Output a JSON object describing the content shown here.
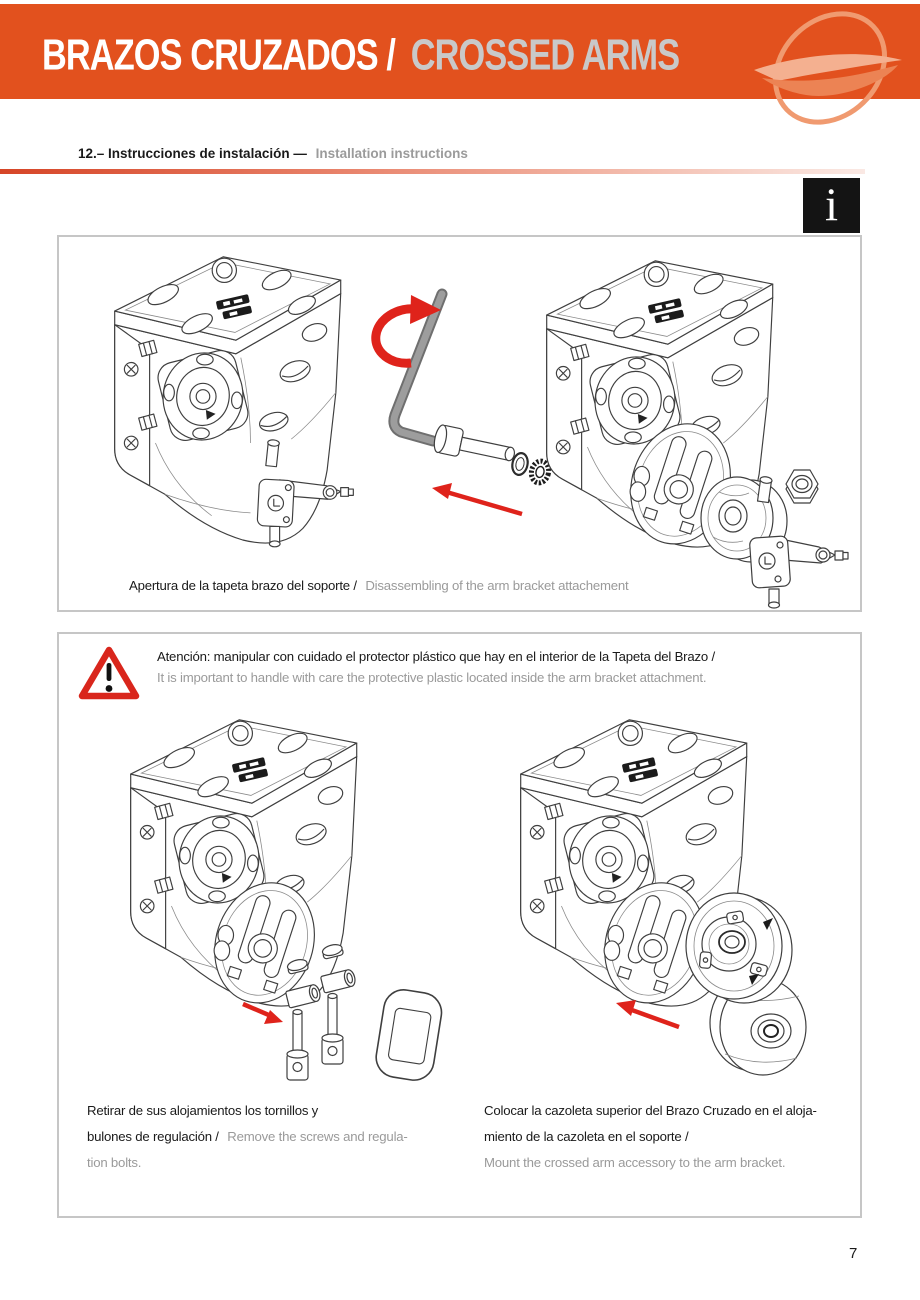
{
  "header": {
    "title_es": "BRAZOS CRUZADOS /",
    "title_en": "CROSSED ARMS"
  },
  "section": {
    "label_es": "12.– Instrucciones de instalación —",
    "label_en": "Installation instructions"
  },
  "info_icon": {
    "glyph": "i"
  },
  "figure1": {
    "caption_es": "Apertura de la tapeta brazo del soporte /",
    "caption_en": "Disassembling of the arm bracket attachement"
  },
  "figure2": {
    "warning_es": "Atención: manipular con cuidado el protector plástico que hay en el interior de la Tapeta del Brazo /",
    "warning_en": "It is important to handle with care the protective plastic located inside the arm bracket attachment.",
    "left_caption": {
      "line1_es": "Retirar de sus alojamientos los tornillos y",
      "line2_es": "bulones de regulación /",
      "line2_en": "Remove the screws and regula-",
      "line3_en": "tion bolts."
    },
    "right_caption": {
      "line1_es": "Colocar la cazoleta superior del Brazo Cruzado en el aloja-",
      "line2_es": "miento de la cazoleta en el soporte /",
      "line3_en": "Mount the crossed arm accessory to the arm bracket."
    }
  },
  "page_number": "7",
  "colors": {
    "banner": "#E2511E",
    "banner_title_en": "#C9C9C9",
    "logo": "#F09A70",
    "divider_start": "#D64527",
    "divider_end": "#FAE9E4",
    "muted_text": "#9A9A9A",
    "warning_red": "#D9261C",
    "arrow_red": "#DF231B",
    "box_border": "#C6C6C6",
    "info_bg": "#141414"
  }
}
